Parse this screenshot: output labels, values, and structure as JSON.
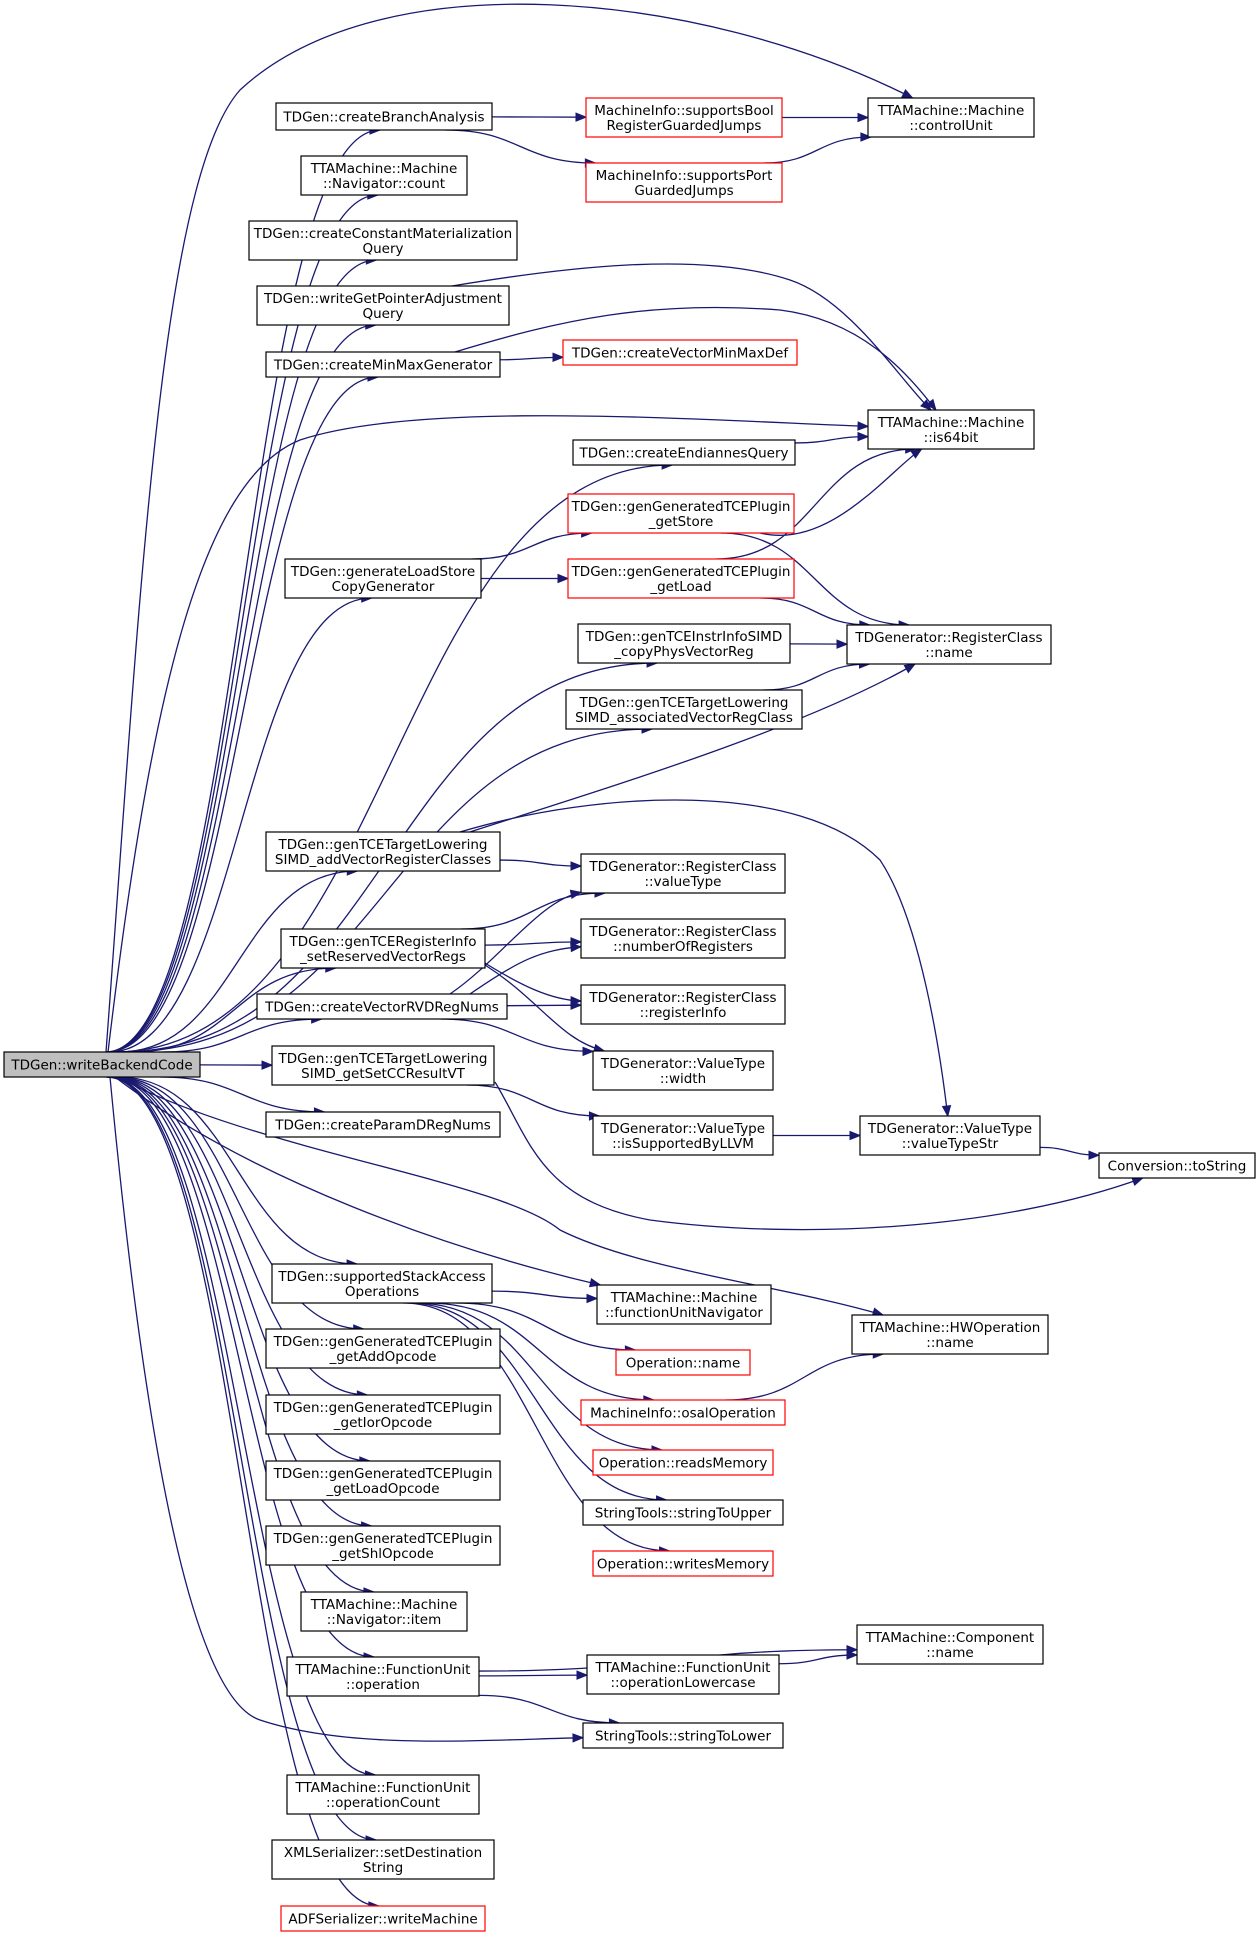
{
  "root": "TDGen::writeBackendCode",
  "nodes": {
    "root": [
      "TDGen::writeBackendCode"
    ],
    "n_branch": [
      "TDGen::createBranchAnalysis"
    ],
    "n_count": [
      "TTAMachine::Machine",
      "::Navigator::count"
    ],
    "n_constmat": [
      "TDGen::createConstantMaterialization",
      "Query"
    ],
    "n_ptradj": [
      "TDGen::writeGetPointerAdjustment",
      "Query"
    ],
    "n_minmax": [
      "TDGen::createMinMaxGenerator"
    ],
    "n_endian": [
      "TDGen::createEndiannesQuery"
    ],
    "n_lsgen": [
      "TDGen::generateLoadStore",
      "CopyGenerator"
    ],
    "n_instrinfo": [
      "TDGen::genTCEInstrInfoSIMD",
      "_copyPhysVectorReg"
    ],
    "n_assocvec": [
      "TDGen::genTCETargetLowering",
      "SIMD_associatedVectorRegClass"
    ],
    "n_addvec": [
      "TDGen::genTCETargetLowering",
      "SIMD_addVectorRegisterClasses"
    ],
    "n_reserved": [
      "TDGen::genTCERegisterInfo",
      "_setReservedVectorRegs"
    ],
    "n_rvd": [
      "TDGen::createVectorRVDRegNums"
    ],
    "n_setcc": [
      "TDGen::genTCETargetLowering",
      "SIMD_getSetCCResultVT"
    ],
    "n_paramd": [
      "TDGen::createParamDRegNums"
    ],
    "n_stack": [
      "TDGen::supportedStackAccess",
      "Operations"
    ],
    "n_addop": [
      "TDGen::genGeneratedTCEPlugin",
      "_getAddOpcode"
    ],
    "n_iorop": [
      "TDGen::genGeneratedTCEPlugin",
      "_getIorOpcode"
    ],
    "n_loadop": [
      "TDGen::genGeneratedTCEPlugin",
      "_getLoadOpcode"
    ],
    "n_shlop": [
      "TDGen::genGeneratedTCEPlugin",
      "_getShlOpcode"
    ],
    "n_item": [
      "TTAMachine::Machine",
      "::Navigator::item"
    ],
    "n_fuop": [
      "TTAMachine::FunctionUnit",
      "::operation"
    ],
    "n_opcount": [
      "TTAMachine::FunctionUnit",
      "::operationCount"
    ],
    "n_xmldest": [
      "XMLSerializer::setDestination",
      "String"
    ],
    "n_adfwrite": [
      "ADFSerializer::writeMachine"
    ],
    "n_boolguard": [
      "MachineInfo::supportsBool",
      "RegisterGuardedJumps"
    ],
    "n_portguard": [
      "MachineInfo::supportsPort",
      "GuardedJumps"
    ],
    "n_ctrlunit": [
      "TTAMachine::Machine",
      "::controlUnit"
    ],
    "n_vecminmax": [
      "TDGen::createVectorMinMaxDef"
    ],
    "n_is64": [
      "TTAMachine::Machine",
      "::is64bit"
    ],
    "n_getstore": [
      "TDGen::genGeneratedTCEPlugin",
      "_getStore"
    ],
    "n_getload": [
      "TDGen::genGeneratedTCEPlugin",
      "_getLoad"
    ],
    "n_rcname": [
      "TDGenerator::RegisterClass",
      "::name"
    ],
    "n_rcvaltype": [
      "TDGenerator::RegisterClass",
      "::valueType"
    ],
    "n_rcnumregs": [
      "TDGenerator::RegisterClass",
      "::numberOfRegisters"
    ],
    "n_rcreginfo": [
      "TDGenerator::RegisterClass",
      "::registerInfo"
    ],
    "n_vtwidth": [
      "TDGenerator::ValueType",
      "::width"
    ],
    "n_vtsupported": [
      "TDGenerator::ValueType",
      "::isSupportedByLLVM"
    ],
    "n_vtstr": [
      "TDGenerator::ValueType",
      "::valueTypeStr"
    ],
    "n_tostring": [
      "Conversion::toString"
    ],
    "n_funav": [
      "TTAMachine::Machine",
      "::functionUnitNavigator"
    ],
    "n_hwopname": [
      "TTAMachine::HWOperation",
      "::name"
    ],
    "n_opname": [
      "Operation::name"
    ],
    "n_osalop": [
      "MachineInfo::osalOperation"
    ],
    "n_readsmem": [
      "Operation::readsMemory"
    ],
    "n_toupper": [
      "StringTools::stringToUpper"
    ],
    "n_writesmem": [
      "Operation::writesMemory"
    ],
    "n_compname": [
      "TTAMachine::Component",
      "::name"
    ],
    "n_oplower": [
      "TTAMachine::FunctionUnit",
      "::operationLowercase"
    ],
    "n_tolower": [
      "StringTools::stringToLower"
    ]
  },
  "edges": [
    [
      "root",
      "n_branch"
    ],
    [
      "root",
      "n_count"
    ],
    [
      "root",
      "n_constmat"
    ],
    [
      "root",
      "n_ptradj"
    ],
    [
      "root",
      "n_minmax"
    ],
    [
      "root",
      "n_is64"
    ],
    [
      "root",
      "n_endian"
    ],
    [
      "root",
      "n_lsgen"
    ],
    [
      "root",
      "n_ctrlunit"
    ],
    [
      "root",
      "n_instrinfo"
    ],
    [
      "root",
      "n_assocvec"
    ],
    [
      "root",
      "n_addvec"
    ],
    [
      "root",
      "n_reserved"
    ],
    [
      "root",
      "n_rvd"
    ],
    [
      "root",
      "n_setcc"
    ],
    [
      "root",
      "n_paramd"
    ],
    [
      "root",
      "n_funav"
    ],
    [
      "root",
      "n_hwopname"
    ],
    [
      "root",
      "n_stack"
    ],
    [
      "root",
      "n_addop"
    ],
    [
      "root",
      "n_iorop"
    ],
    [
      "root",
      "n_loadop"
    ],
    [
      "root",
      "n_shlop"
    ],
    [
      "root",
      "n_item"
    ],
    [
      "root",
      "n_fuop"
    ],
    [
      "root",
      "n_tolower"
    ],
    [
      "root",
      "n_opcount"
    ],
    [
      "root",
      "n_xmldest"
    ],
    [
      "root",
      "n_adfwrite"
    ],
    [
      "n_branch",
      "n_boolguard"
    ],
    [
      "n_branch",
      "n_portguard"
    ],
    [
      "n_boolguard",
      "n_ctrlunit"
    ],
    [
      "n_portguard",
      "n_ctrlunit"
    ],
    [
      "n_ptradj",
      "n_is64"
    ],
    [
      "n_minmax",
      "n_vecminmax"
    ],
    [
      "n_minmax",
      "n_is64"
    ],
    [
      "n_endian",
      "n_is64"
    ],
    [
      "n_lsgen",
      "n_getstore"
    ],
    [
      "n_lsgen",
      "n_getload"
    ],
    [
      "n_getstore",
      "n_is64"
    ],
    [
      "n_getstore",
      "n_rcname"
    ],
    [
      "n_getload",
      "n_is64"
    ],
    [
      "n_getload",
      "n_rcname"
    ],
    [
      "n_instrinfo",
      "n_rcname"
    ],
    [
      "n_assocvec",
      "n_rcname"
    ],
    [
      "n_addvec",
      "n_rcname"
    ],
    [
      "n_addvec",
      "n_rcvaltype"
    ],
    [
      "n_addvec",
      "n_vtstr"
    ],
    [
      "n_reserved",
      "n_rcvaltype"
    ],
    [
      "n_reserved",
      "n_rcnumregs"
    ],
    [
      "n_reserved",
      "n_rcreginfo"
    ],
    [
      "n_reserved",
      "n_vtwidth"
    ],
    [
      "n_rvd",
      "n_rcvaltype"
    ],
    [
      "n_rvd",
      "n_rcnumregs"
    ],
    [
      "n_rvd",
      "n_rcreginfo"
    ],
    [
      "n_rvd",
      "n_vtwidth"
    ],
    [
      "n_setcc",
      "n_vtsupported"
    ],
    [
      "n_setcc",
      "n_tostring"
    ],
    [
      "n_vtsupported",
      "n_vtstr"
    ],
    [
      "n_vtstr",
      "n_tostring"
    ],
    [
      "n_stack",
      "n_funav"
    ],
    [
      "n_stack",
      "n_opname"
    ],
    [
      "n_stack",
      "n_osalop"
    ],
    [
      "n_stack",
      "n_readsmem"
    ],
    [
      "n_stack",
      "n_toupper"
    ],
    [
      "n_stack",
      "n_writesmem"
    ],
    [
      "n_osalop",
      "n_hwopname"
    ],
    [
      "n_fuop",
      "n_compname"
    ],
    [
      "n_fuop",
      "n_oplower"
    ],
    [
      "n_fuop",
      "n_tolower"
    ],
    [
      "n_oplower",
      "n_compname"
    ]
  ],
  "red_nodes": [
    "n_boolguard",
    "n_portguard",
    "n_vecminmax",
    "n_getstore",
    "n_getload",
    "n_opname",
    "n_osalop",
    "n_readsmem",
    "n_writesmem",
    "n_adfwrite"
  ],
  "colors": {
    "edge": "#191970",
    "root_fill": "#bfbfbf",
    "red_border": "#ff0000",
    "border": "#000000"
  }
}
